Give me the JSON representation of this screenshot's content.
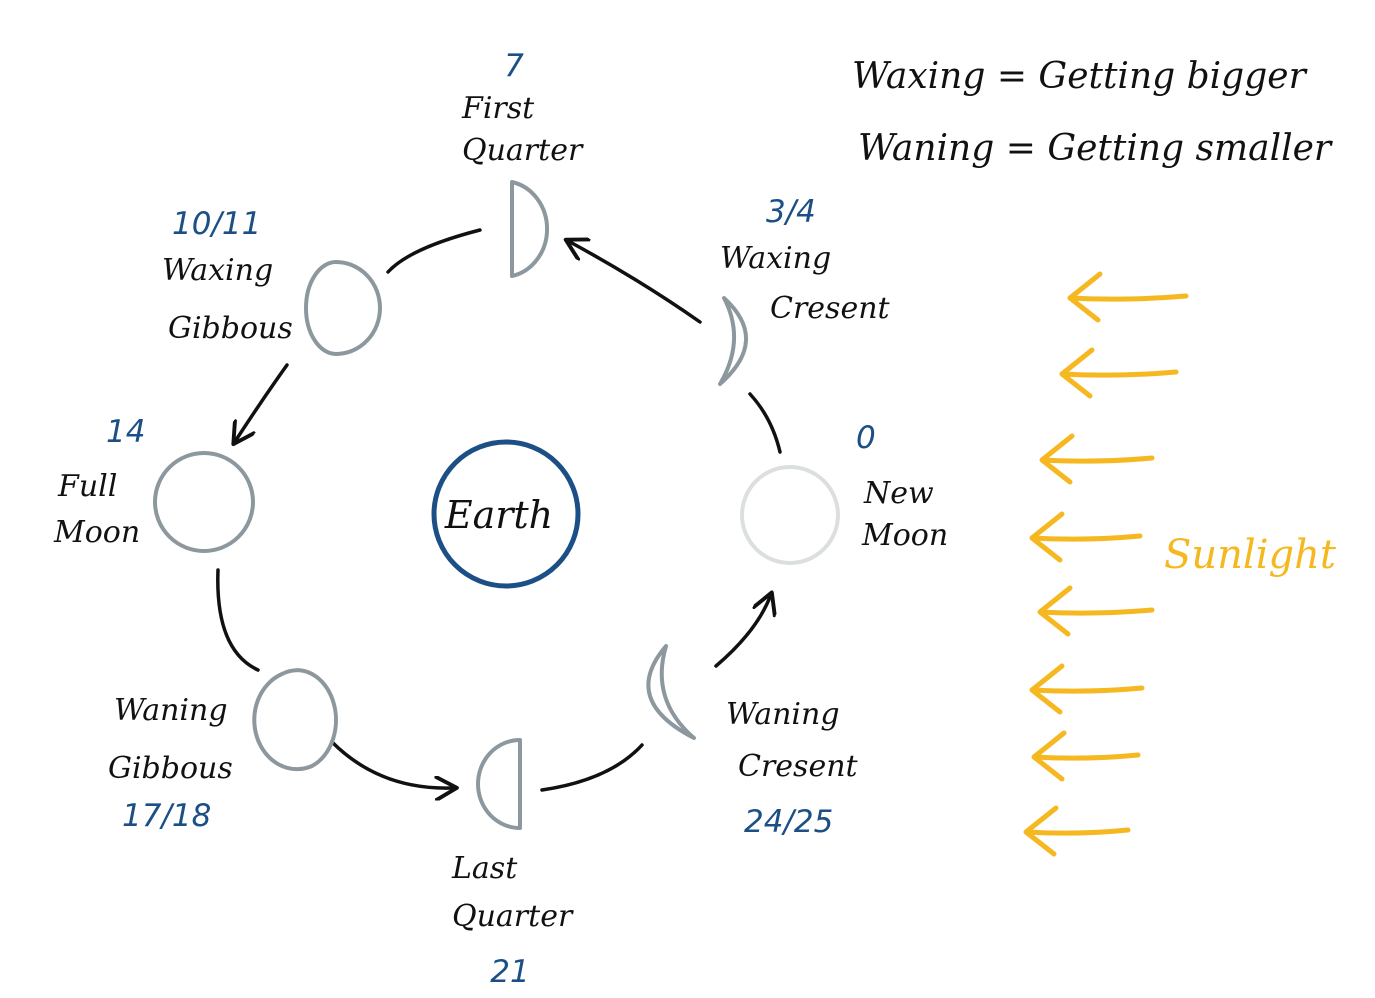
{
  "colors": {
    "ink": "#111111",
    "number": "#1b4f85",
    "earth": "#1b4f85",
    "moon_outline": "#8c989e",
    "new_moon_outline": "#dcdfe0",
    "sunlight": "#f6b820"
  },
  "legend": {
    "waxing": "Waxing = Getting bigger",
    "waning": "Waning = Getting smaller"
  },
  "earth": {
    "label": "Earth"
  },
  "sunlight": {
    "label": "Sunlight",
    "arrow_count": 8
  },
  "phases": [
    {
      "id": "new-moon",
      "day": "0",
      "name_lines": [
        "New",
        "Moon"
      ]
    },
    {
      "id": "waxing-crescent",
      "day": "3/4",
      "name_lines": [
        "Waxing",
        "Cresent"
      ]
    },
    {
      "id": "first-quarter",
      "day": "7",
      "name_lines": [
        "First",
        "Quarter"
      ]
    },
    {
      "id": "waxing-gibbous",
      "day": "10/11",
      "name_lines": [
        "Waxing",
        "Gibbous"
      ]
    },
    {
      "id": "full-moon",
      "day": "14",
      "name_lines": [
        "Full",
        "Moon"
      ]
    },
    {
      "id": "waning-gibbous",
      "day": "17/18",
      "name_lines": [
        "Waning",
        "Gibbous"
      ]
    },
    {
      "id": "last-quarter",
      "day": "21",
      "name_lines": [
        "Last",
        "Quarter"
      ]
    },
    {
      "id": "waning-crescent",
      "day": "24/25",
      "name_lines": [
        "Waning",
        "Cresent"
      ]
    }
  ]
}
